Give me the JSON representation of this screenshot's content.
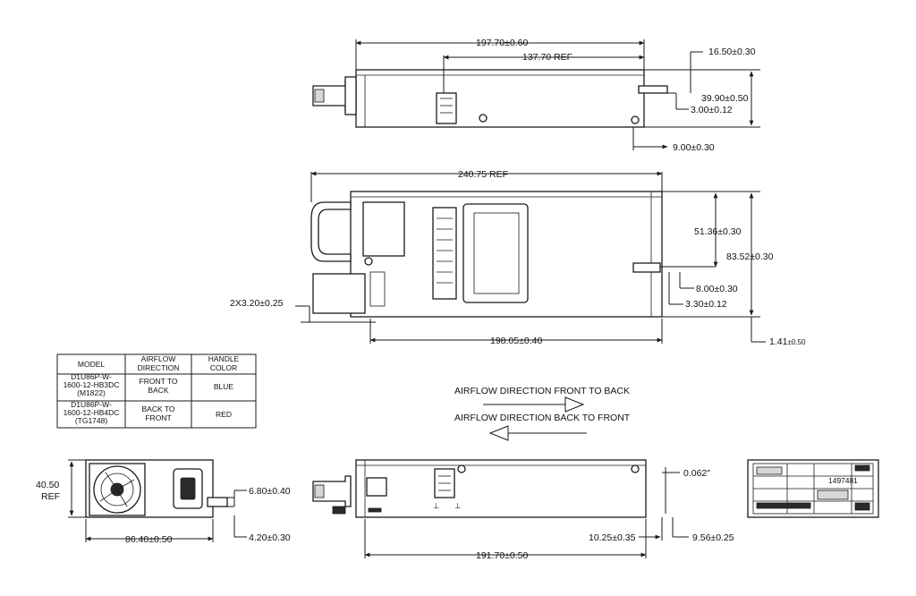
{
  "top_view": {
    "overall_length": "197.70±0.60",
    "ref_length": "137.70 REF",
    "top_offset": "16.50±0.30",
    "height": "39.90±0.50",
    "pin_offset": "3.00±0.12",
    "bottom_offset": "9.00±0.30"
  },
  "plan_view": {
    "total_length": "240.75 REF",
    "mid_height": "51.36±0.30",
    "width": "83.52±0.30",
    "slot_width": "8.00±0.30",
    "slot_offset": "3.30±0.12",
    "mount_holes": "2X3.20±0.25",
    "body_length": "198.05±0.40",
    "edge_offset_value": "1.41",
    "edge_offset_tol": "±0.50"
  },
  "model_table": {
    "headers": [
      "MODEL",
      "AIRFLOW\nDIRECTION",
      "HANDLE\nCOLOR"
    ],
    "rows": [
      {
        "model": "D1U86P-W-\n1600-12-HB3DC\n(M1822)",
        "airflow": "FRONT TO\nBACK",
        "color": "BLUE"
      },
      {
        "model": "D1U86P-W-\n1600-12-HB4DC\n(TG1748)",
        "airflow": "BACK TO\nFRONT",
        "color": "RED"
      }
    ]
  },
  "airflow": {
    "front_to_back": "AIRFLOW DIRECTION FRONT TO BACK",
    "back_to_front": "AIRFLOW DIRECTION BACK TO FRONT"
  },
  "front_view": {
    "height_value": "40.50",
    "height_ref": "REF",
    "width": "86.40±0.50",
    "tab_top": "6.80±0.40",
    "tab_bottom": "4.20±0.30"
  },
  "side_view": {
    "thickness": "0.062\"",
    "offset_a": "10.25±0.35",
    "offset_b": "9.56±0.25",
    "length": "191.70±0.50"
  },
  "rear_view": {
    "label_a": "149",
    "label_b": "7481"
  }
}
